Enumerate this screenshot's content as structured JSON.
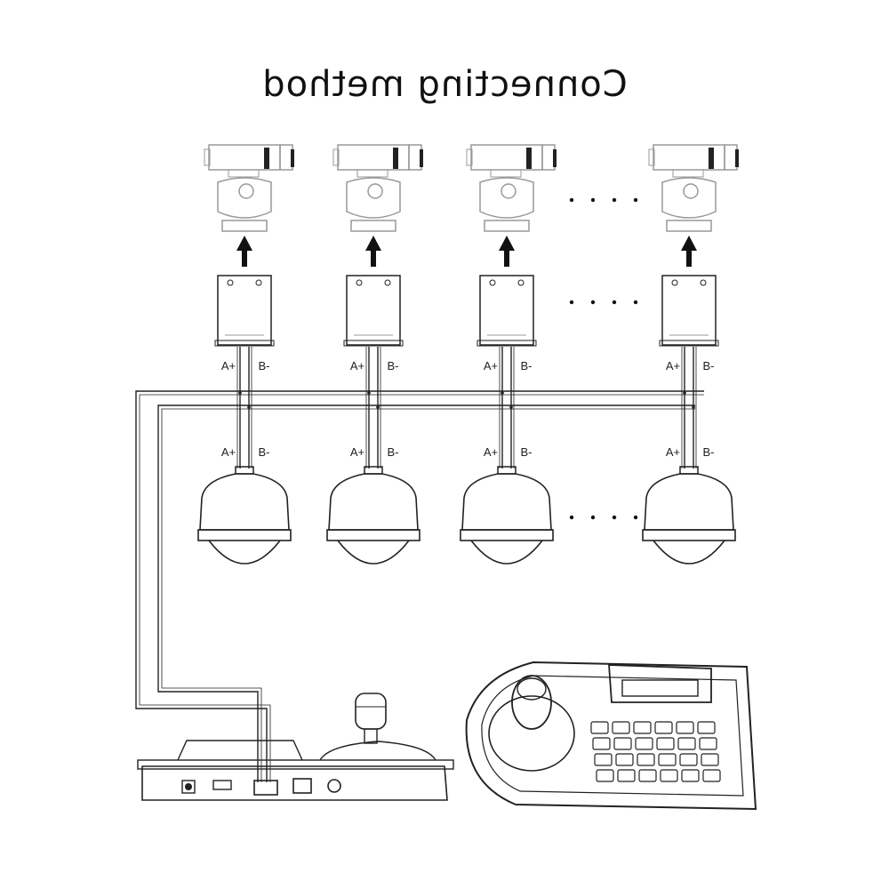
{
  "title": "Connecting method",
  "labels": {
    "a_plus": "A+",
    "b_minus": "B-",
    "ellipsis": ". . . ."
  },
  "columns": [
    {
      "id": "camera-1"
    },
    {
      "id": "camera-2"
    },
    {
      "id": "camera-3"
    },
    {
      "id": "camera-4"
    }
  ]
}
